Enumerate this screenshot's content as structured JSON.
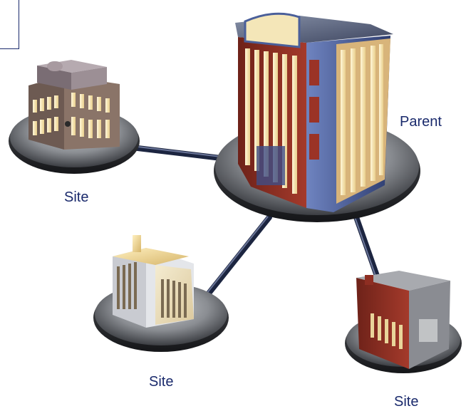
{
  "nodes": {
    "parent": {
      "label": "Parent"
    },
    "site_left": {
      "label": "Site"
    },
    "site_bottom_left": {
      "label": "Site"
    },
    "site_bottom_right": {
      "label": "Site"
    }
  },
  "colors": {
    "label_text": "#1a2a6c",
    "connector": "#1c2540",
    "disc_base": "#3a3c40",
    "disc_highlight": "#b8bcc0",
    "brick": "#8e2e22",
    "window_glow": "#f6e7b8",
    "roof_slate": "#5a6478",
    "facade_blue": "#4a5f9a",
    "cream": "#f4dfa2"
  }
}
